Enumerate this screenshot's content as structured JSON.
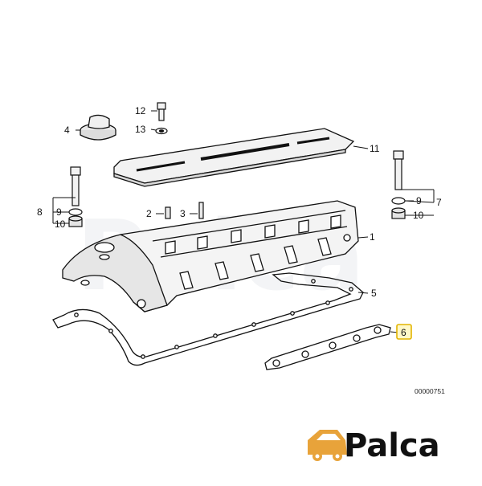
{
  "diagram_id": "00000751",
  "brand": {
    "name": "Palca",
    "color": "#2a7fd1",
    "car_color": "#e8a33a"
  },
  "highlight_color": "#e2b400",
  "callouts": [
    {
      "num": "1"
    },
    {
      "num": "2"
    },
    {
      "num": "3"
    },
    {
      "num": "4"
    },
    {
      "num": "5"
    },
    {
      "num": "6",
      "highlight": true
    },
    {
      "num": "7"
    },
    {
      "num": "8"
    },
    {
      "num": "9"
    },
    {
      "num": "9"
    },
    {
      "num": "10"
    },
    {
      "num": "10"
    },
    {
      "num": "11"
    },
    {
      "num": "12"
    },
    {
      "num": "13"
    }
  ]
}
